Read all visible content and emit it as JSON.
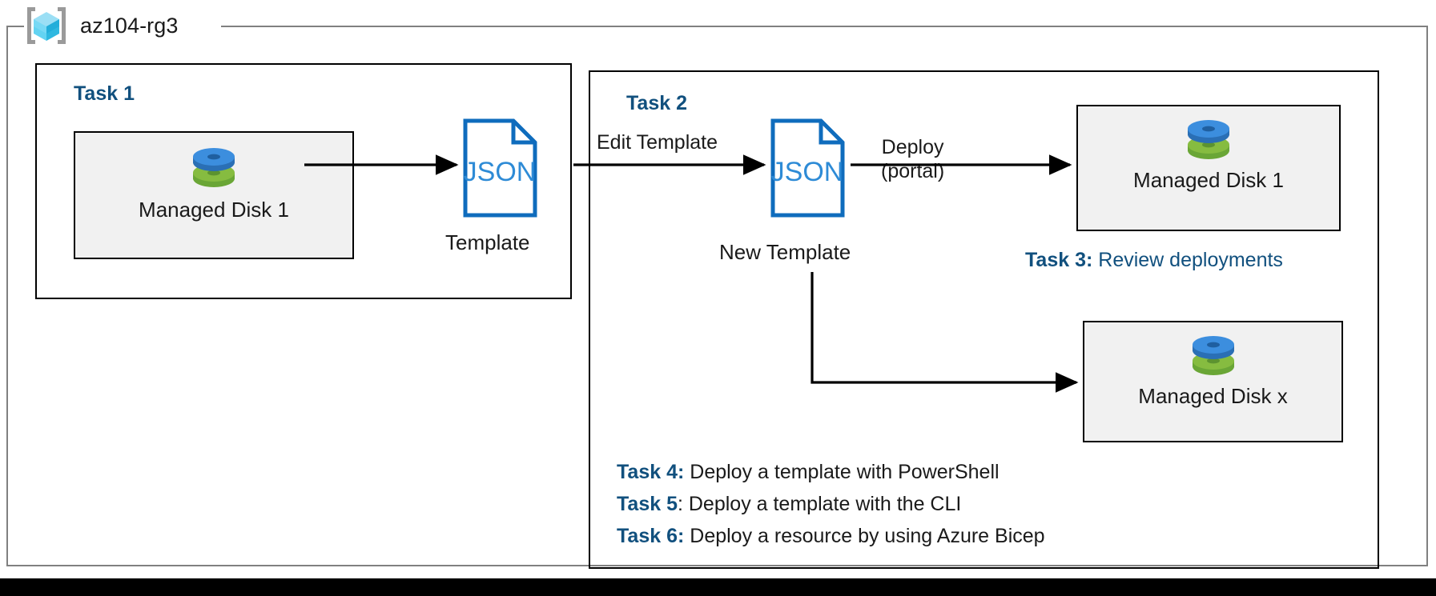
{
  "resource_group": {
    "name": "az104-rg3",
    "icon": "azure-resource-group-icon"
  },
  "panels": [
    {
      "id": "task1",
      "heading": "Task 1"
    },
    {
      "id": "task2",
      "heading": "Task 2"
    }
  ],
  "resources": [
    {
      "id": "disk1",
      "label": "Managed Disk 1",
      "icon": "managed-disk-icon"
    },
    {
      "id": "disk1b",
      "label": "Managed Disk 1",
      "icon": "managed-disk-icon"
    },
    {
      "id": "diskx",
      "label": "Managed Disk x",
      "icon": "managed-disk-icon"
    }
  ],
  "files": [
    {
      "id": "template",
      "glyph": "JSON",
      "caption": "Template"
    },
    {
      "id": "new_template",
      "glyph": "JSON",
      "caption": "New Template"
    }
  ],
  "edges": [
    {
      "id": "disk-to-template",
      "label": ""
    },
    {
      "id": "template-to-new-template",
      "label": "Edit Template"
    },
    {
      "id": "new-template-to-disk1",
      "label_line1": "Deploy",
      "label_line2": "(portal)"
    },
    {
      "id": "new-template-to-diskx",
      "label": ""
    }
  ],
  "notes": [
    {
      "id": "task3",
      "key": "Task 3:",
      "text": " Review deployments"
    },
    {
      "id": "task4",
      "key": "Task 4:",
      "text": " Deploy a template with PowerShell"
    },
    {
      "id": "task5",
      "key": "Task 5",
      "text": ": Deploy a template with the CLI"
    },
    {
      "id": "task6",
      "key": "Task 6:",
      "text": " Deploy a resource by using Azure Bicep"
    }
  ],
  "colors": {
    "accent_blue": "#11507e",
    "json_blue": "#0f6cbd",
    "disk_blue": "#3a8dde",
    "disk_green": "#7ab547",
    "tile_fill": "#f1f1f1",
    "frame_gray": "#808080",
    "line_black": "#000000"
  }
}
